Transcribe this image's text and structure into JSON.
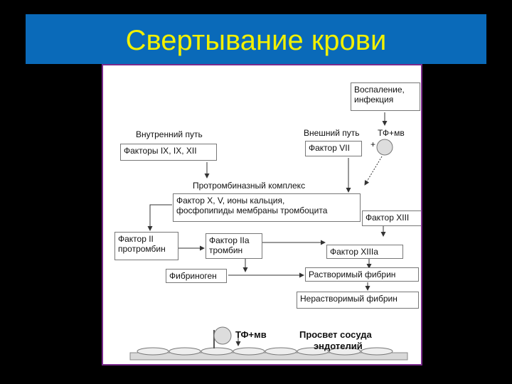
{
  "slide": {
    "title": "Свертывание крови"
  },
  "diagram": {
    "inflammation": {
      "line1": "Воспаление,",
      "line2": "инфекция"
    },
    "intrinsic_label": "Внутренний путь",
    "intrinsic_box": "Факторы IX, IX, XII",
    "extrinsic_label": "Внешний путь",
    "tf_label_top": "ТФ+мв",
    "plus_sign": "+",
    "factor_vii": "Фактор VII",
    "prothrombinase_label": "Протромбиназный комплекс",
    "complex_box": {
      "line1": "Фактор X, V, ионы кальция,",
      "line2": "фосфопипиды мембраны тромбоцита"
    },
    "factor_xiii": "Фактор XIII",
    "factor_ii": {
      "line1": "Фактор II",
      "line2": "протромбин"
    },
    "factor_iia": {
      "line1": "Фактор IIa",
      "line2": "тромбин"
    },
    "factor_xiiia": "Фактор XIIIa",
    "fibrinogen": "Фибриноген",
    "soluble_fibrin": "Растворимый фибрин",
    "insoluble_fibrin": "Нерастворимый фибрин",
    "tf_label_bottom": "ТФ+мв",
    "vessel": {
      "line1": "Просвет сосуда",
      "line2": "эндотелий"
    }
  }
}
